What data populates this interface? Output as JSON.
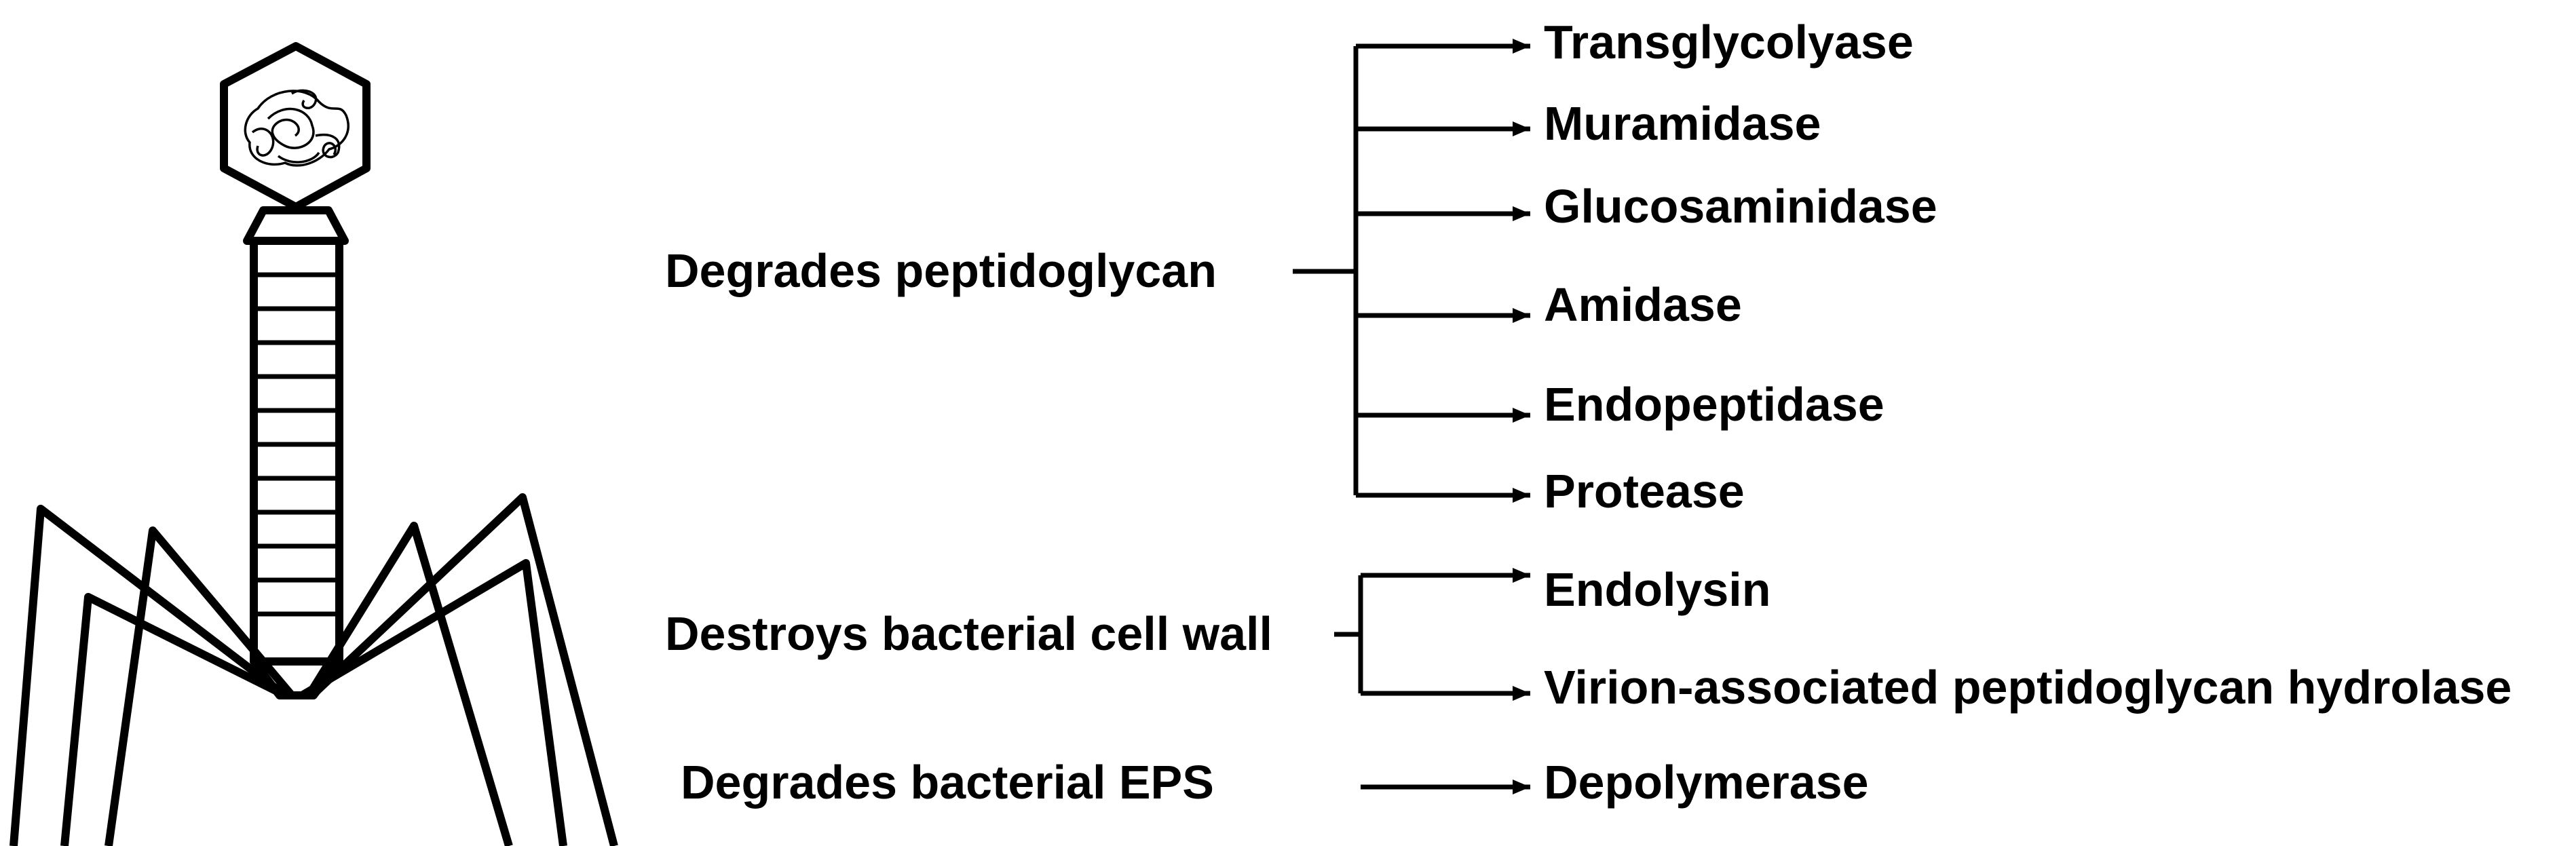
{
  "groups": [
    {
      "function": "Degrades peptidoglycan",
      "enzymes": [
        "Transglycolyase",
        "Muramidase",
        "Glucosaminidase",
        "Amidase",
        "Endopeptidase",
        "Protease"
      ]
    },
    {
      "function": "Destroys bacterial cell wall",
      "enzymes": [
        "Endolysin",
        "Virion-associated peptidoglycan hydrolase"
      ]
    },
    {
      "function": "Degrades bacterial EPS",
      "enzymes": [
        "Depolymerase"
      ]
    }
  ],
  "colors": {
    "ink": "#000000",
    "background": "#ffffff"
  },
  "icons": {
    "illustration": "bacteriophage-icon"
  }
}
